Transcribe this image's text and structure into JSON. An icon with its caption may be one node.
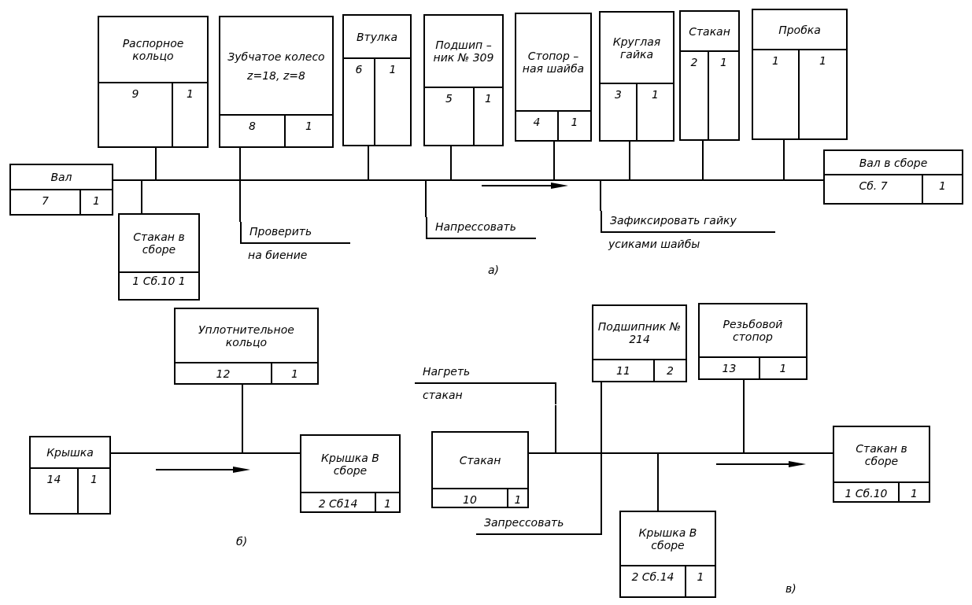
{
  "diagram": {
    "nodes": [
      {
        "text": [
          "Распорное кольцо",
          "9",
          "1"
        ]
      },
      {
        "text": [
          "Зубчатое колесо",
          "z=18, z=8",
          "8",
          "1"
        ]
      },
      {
        "text": [
          "Втулка",
          "6",
          "1"
        ]
      },
      {
        "text": [
          "Подшип – ник № 309",
          "5",
          "1"
        ]
      },
      {
        "text": [
          "Стопор – ная шайба",
          "4",
          "1"
        ]
      },
      {
        "text": [
          "Круглая гайка",
          "3",
          "1"
        ]
      },
      {
        "text": [
          "Стакан",
          "2",
          "1"
        ]
      },
      {
        "text": [
          "Пробка",
          "1",
          "1"
        ]
      },
      {
        "text": [
          "Вал",
          "7",
          "1"
        ]
      },
      {
        "text": [
          "Вал в сборе",
          "Сб. 7",
          "1"
        ]
      },
      {
        "text": [
          "Стакан в сборе",
          "1 Сб.10 1"
        ]
      },
      {
        "text": [
          "Проверить",
          "на биение"
        ]
      },
      {
        "text": [
          "Напрессовать"
        ]
      },
      {
        "text": [
          "Зафиксировать гайку",
          "усиками шайбы"
        ]
      },
      {
        "text": [
          "Уплотнительное кольцо",
          "12",
          "1"
        ]
      },
      {
        "text": [
          "Крышка",
          "14",
          "1"
        ]
      },
      {
        "text": [
          "Крышка В сборе",
          "2 Сб14",
          "1"
        ]
      },
      {
        "text": [
          "Подшипник № 214",
          "11",
          "2"
        ]
      },
      {
        "text": [
          "Резьбовой стопор",
          "13",
          "1"
        ]
      },
      {
        "text": [
          "Нагреть",
          "стакан"
        ]
      },
      {
        "text": [
          "Стакан",
          "10",
          "1"
        ]
      },
      {
        "text": [
          "Стакан в сборе",
          "1 Сб.10",
          "1"
        ]
      },
      {
        "text": [
          "Запрессовать"
        ]
      },
      {
        "text": [
          "Крышка В сборе",
          "2 Сб.14",
          "1"
        ]
      }
    ],
    "edges": [
      {
        "from": 8,
        "to": 9,
        "arrow": "none"
      },
      {
        "from": 0,
        "to": 9,
        "arrow": "none"
      },
      {
        "from": 10,
        "to": 9,
        "arrow": "none"
      },
      {
        "from": 1,
        "to": 9,
        "arrow": "none"
      },
      {
        "from": 2,
        "to": 9,
        "arrow": "none"
      },
      {
        "from": 3,
        "to": 9,
        "arrow": "none"
      },
      {
        "from": 4,
        "to": 9,
        "arrow": "none"
      },
      {
        "from": 5,
        "to": 9,
        "arrow": "none"
      },
      {
        "from": 6,
        "to": 9,
        "arrow": "none"
      },
      {
        "from": 7,
        "to": 9,
        "arrow": "none"
      },
      {
        "from": 11,
        "to": null,
        "arrow": "none"
      },
      {
        "from": 12,
        "to": null,
        "arrow": "none"
      },
      {
        "from": 13,
        "to": null,
        "arrow": "none"
      },
      {
        "from": 15,
        "to": 16,
        "arrow": "none"
      },
      {
        "from": 14,
        "to": 16,
        "arrow": "none"
      },
      {
        "from": 20,
        "to": 21,
        "arrow": "none"
      },
      {
        "from": 19,
        "to": null,
        "arrow": "none"
      },
      {
        "from": 17,
        "to": 21,
        "arrow": "none"
      },
      {
        "from": 23,
        "to": 21,
        "arrow": "none"
      },
      {
        "from": 18,
        "to": 21,
        "arrow": "none"
      },
      {
        "from": 22,
        "to": null,
        "arrow": "none"
      }
    ],
    "labels": [
      "а)",
      "б)",
      "в)"
    ]
  }
}
